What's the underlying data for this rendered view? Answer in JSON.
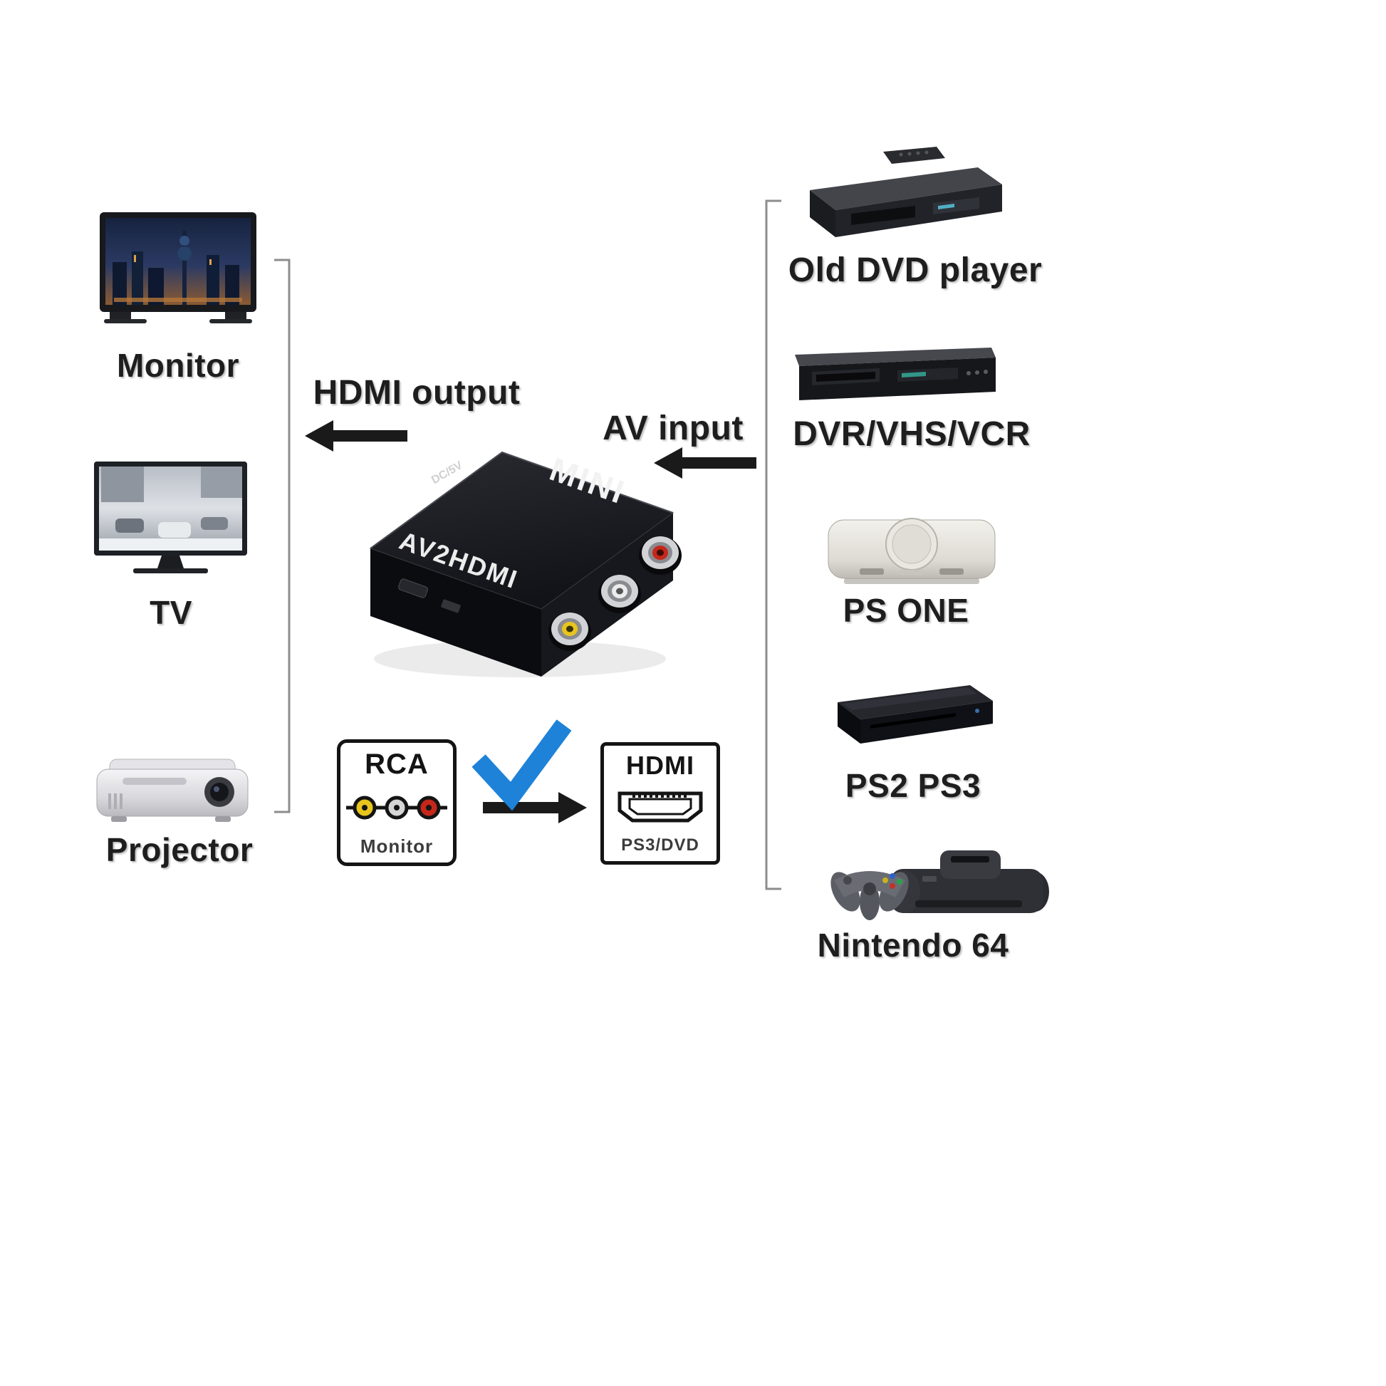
{
  "diagram": {
    "converter": {
      "brand": "MINI",
      "model": "AV2HDMI",
      "power_label": "DC/5V"
    },
    "annotations": {
      "hdmi_output": "HDMI output",
      "av_input": "AV input"
    },
    "left_devices": [
      {
        "label": "Monitor"
      },
      {
        "label": "TV"
      },
      {
        "label": "Projector"
      }
    ],
    "right_devices": [
      {
        "label": "Old DVD player"
      },
      {
        "label": "DVR/VHS/VCR"
      },
      {
        "label": "PS ONE"
      },
      {
        "label": "PS2 PS3"
      },
      {
        "label": "Nintendo 64"
      }
    ],
    "rca_badge": {
      "title": "RCA",
      "subtitle": "Monitor"
    },
    "hdmi_badge": {
      "title": "HDMI",
      "subtitle": "PS3/DVD"
    },
    "colors": {
      "rca_yellow": "#e8c51c",
      "rca_white": "#d5d5d5",
      "rca_red": "#c5271a",
      "check_blue": "#1e82d8",
      "arrow_black": "#1a1a1a",
      "bracket_gray": "#8d8d8d"
    }
  }
}
